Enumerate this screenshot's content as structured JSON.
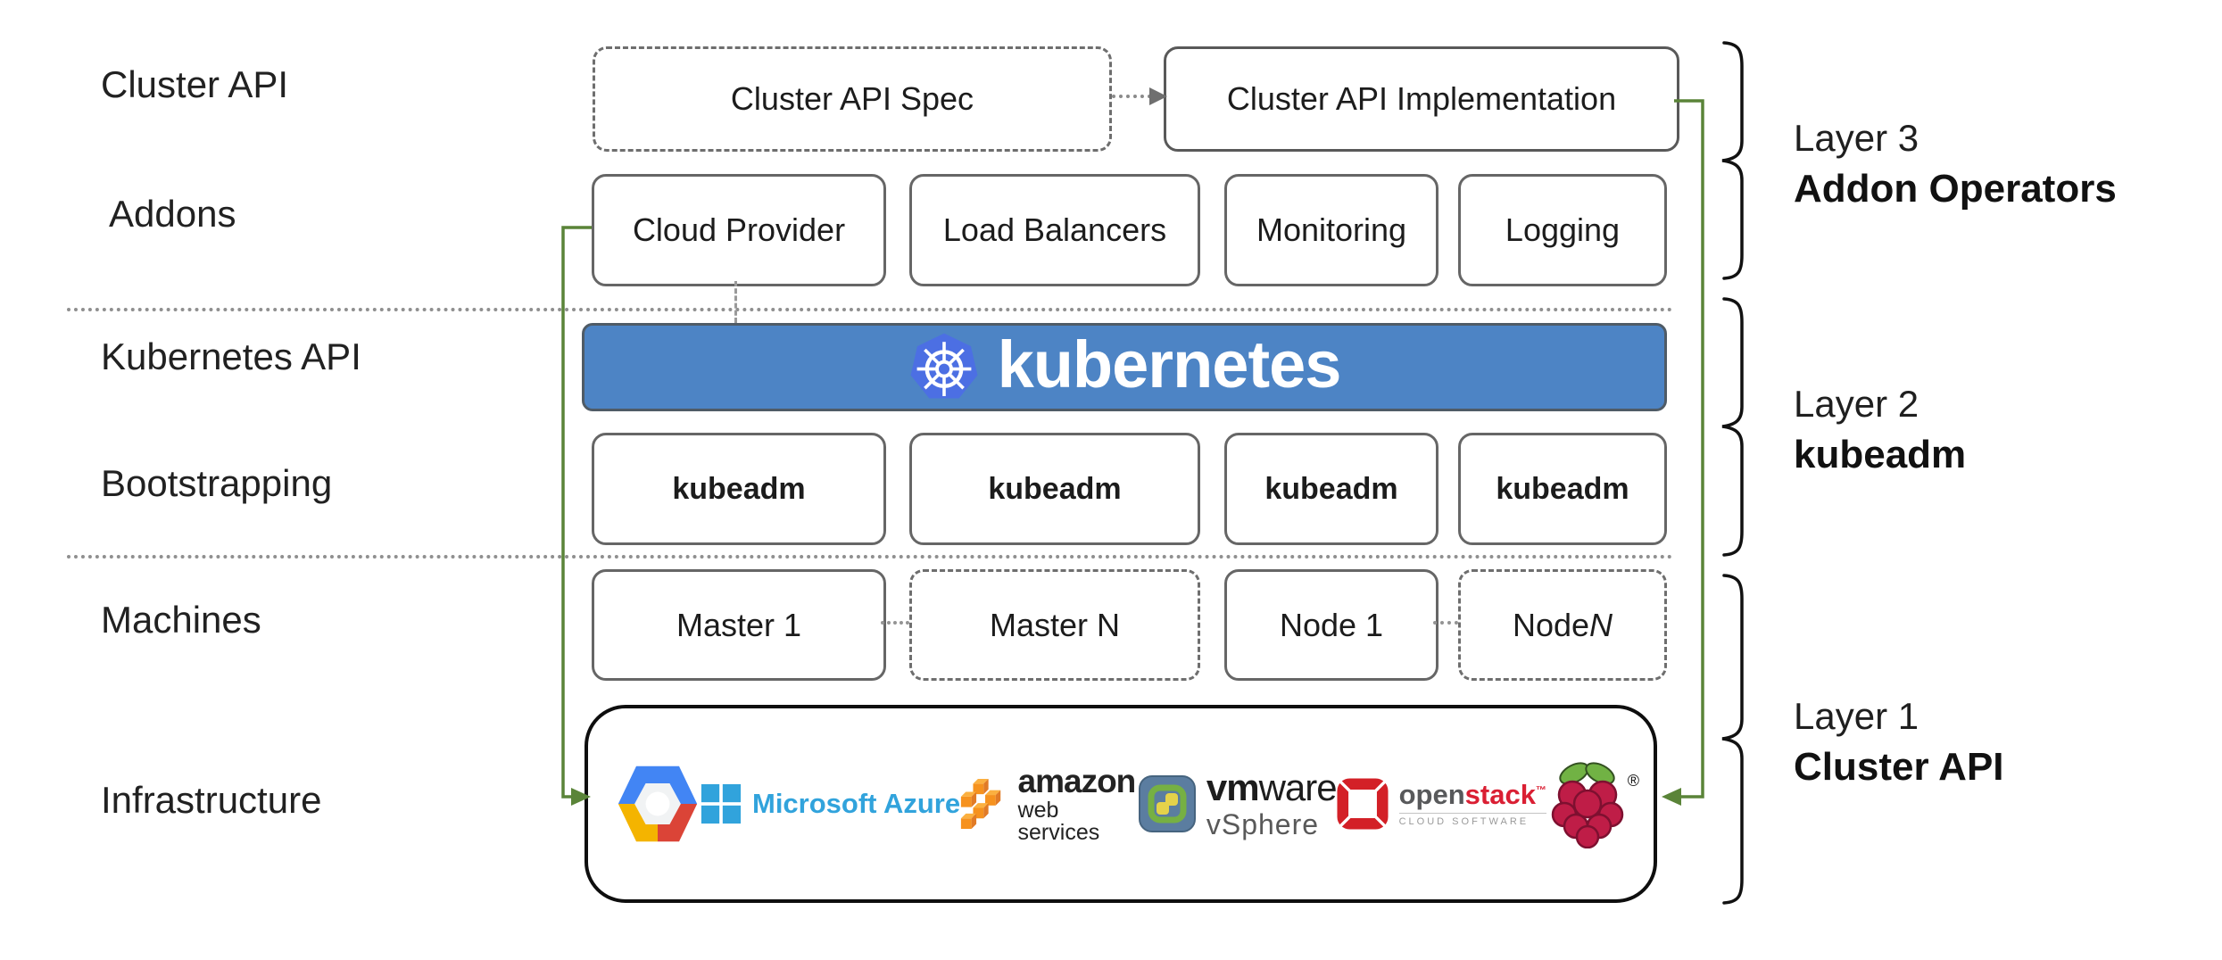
{
  "left_labels": [
    "Cluster API",
    "Addons",
    "Kubernetes API",
    "Bootstrapping",
    "Machines",
    "Infrastructure"
  ],
  "top_row": {
    "spec_label": "Cluster API Spec",
    "implementation_label": "Cluster API Implementation"
  },
  "addons_row": {
    "items": [
      "Cloud Provider",
      "Load Balancers",
      "Monitoring",
      "Logging"
    ]
  },
  "kubernetes_row": {
    "wordmark": "kubernetes",
    "banner_color": "#4d84c5",
    "logo_color": "#4c6fe3"
  },
  "bootstrapping_row": {
    "items": [
      "kubeadm",
      "kubeadm",
      "kubeadm",
      "kubeadm"
    ]
  },
  "machines_row": {
    "items": [
      {
        "label": "Master 1",
        "style": "solid"
      },
      {
        "label": "Master N",
        "style": "dashed"
      },
      {
        "label": "Node 1",
        "style": "solid"
      },
      {
        "prefix": "Node ",
        "n": "N",
        "style": "dashed"
      }
    ]
  },
  "infrastructure_row": {
    "providers": [
      "Google Cloud Platform",
      "Microsoft Azure",
      "Amazon Web Services",
      "VMware vSphere",
      "OpenStack",
      "Raspberry Pi"
    ],
    "azure": {
      "text": "Microsoft Azure"
    },
    "aws": {
      "line1": "amazon",
      "line2": "web services"
    },
    "vmware": {
      "brand_bold": "vm",
      "brand_rest": "ware",
      "product": "vSphere"
    },
    "openstack": {
      "brand_dark": "open",
      "brand_red": "stack",
      "tm": "™",
      "tagline": "CLOUD SOFTWARE"
    },
    "raspberry": {
      "registered": "®"
    }
  },
  "layer_brackets": [
    {
      "title": "Layer 3",
      "subtitle": "Addon Operators"
    },
    {
      "title": "Layer 2",
      "subtitle": "kubeadm"
    },
    {
      "title": "Layer 1",
      "subtitle": "Cluster API"
    }
  ],
  "colors": {
    "green_connector": "#5a8438",
    "box_border": "#666666",
    "separator": "#8f8f8f",
    "kubernetes_blue": "#4d84c5",
    "kubernetes_logo_blue": "#4c6fe3",
    "text": "#1f1f1f"
  }
}
